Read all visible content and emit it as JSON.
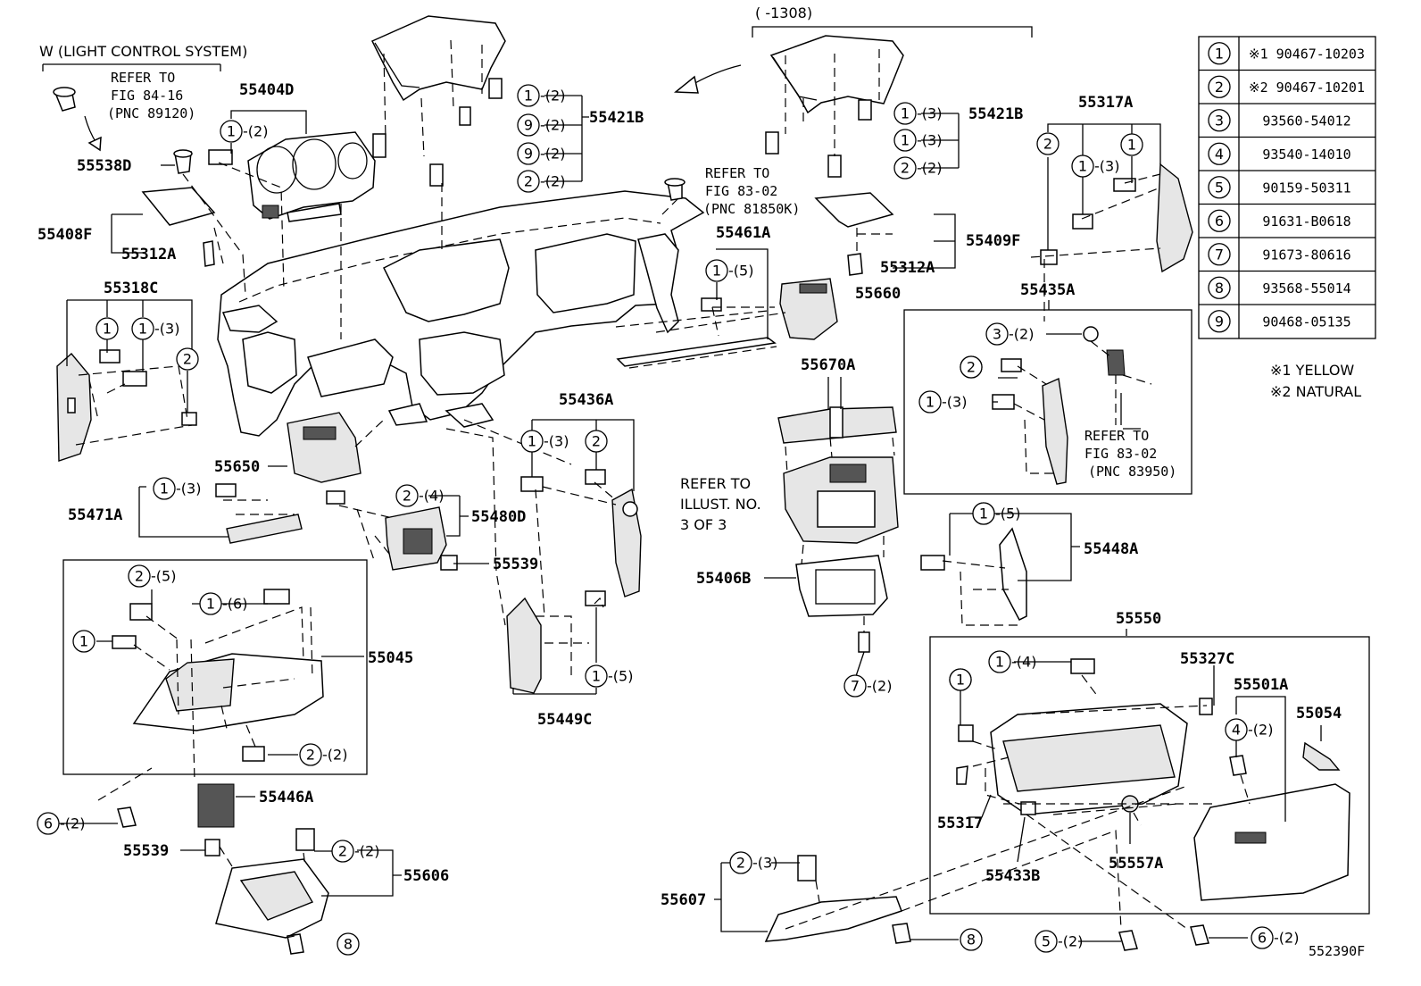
{
  "legend": {
    "rows": [
      {
        "n": "1",
        "part": "※1 90467-10203"
      },
      {
        "n": "2",
        "part": "※2 90467-10201"
      },
      {
        "n": "3",
        "part": "93560-54012"
      },
      {
        "n": "4",
        "part": "93540-14010"
      },
      {
        "n": "5",
        "part": "90159-50311"
      },
      {
        "n": "6",
        "part": "91631-B0618"
      },
      {
        "n": "7",
        "part": "91673-80616"
      },
      {
        "n": "8",
        "part": "93568-55014"
      },
      {
        "n": "9",
        "part": "90468-05135"
      }
    ],
    "note1": "※1 YELLOW",
    "note2": "※2 NATURAL"
  },
  "headers": {
    "light_control": "W (LIGHT CONTROL SYSTEM)",
    "date_range": "(      -1308)"
  },
  "refs": {
    "ref1_l1": "REFER TO",
    "ref1_l2": "FIG 84-16",
    "ref1_l3": "(PNC 89120)",
    "ref2_l1": "REFER TO",
    "ref2_l2": "FIG 83-02",
    "ref2_l3": "(PNC 81850K)",
    "ref3_l1": "REFER TO",
    "ref3_l2": "FIG 83-02",
    "ref3_l3": "(PNC 83950)",
    "illust_l1": "REFER TO",
    "illust_l2": "ILLUST. NO.",
    "illust_l3": "3 OF 3"
  },
  "parts": {
    "p55404D": "55404D",
    "p55421B_a": "55421B",
    "p55421B_b": "55421B",
    "p55317A": "55317A",
    "p55538D": "55538D",
    "p55408F": "55408F",
    "p55312A_a": "55312A",
    "p55312A_b": "55312A",
    "p55409F": "55409F",
    "p55461A": "55461A",
    "p55660": "55660",
    "p55435A": "55435A",
    "p55318C": "55318C",
    "p55670A": "55670A",
    "p55650": "55650",
    "p55436A": "55436A",
    "p55471A": "55471A",
    "p55480D": "55480D",
    "p55539_a": "55539",
    "p55539_b": "55539",
    "p55406B": "55406B",
    "p55448A": "55448A",
    "p55045": "55045",
    "p55449C": "55449C",
    "p55550": "55550",
    "p55327C": "55327C",
    "p55501A": "55501A",
    "p55054": "55054",
    "p55446A": "55446A",
    "p55317": "55317",
    "p55433B": "55433B",
    "p55557A": "55557A",
    "p55606": "55606",
    "p55607": "55607"
  },
  "callouts": [
    {
      "id": "c01",
      "n": "1",
      "q": "-(2)"
    },
    {
      "id": "c02",
      "n": "1",
      "q": "-(2)"
    },
    {
      "id": "c03",
      "n": "9",
      "q": "-(2)"
    },
    {
      "id": "c04",
      "n": "9",
      "q": "-(2)"
    },
    {
      "id": "c05",
      "n": "2",
      "q": "-(2)"
    },
    {
      "id": "c06",
      "n": "1",
      "q": "-(3)"
    },
    {
      "id": "c07",
      "n": "1",
      "q": "-(3)"
    },
    {
      "id": "c08",
      "n": "2",
      "q": "-(2)"
    },
    {
      "id": "c09",
      "n": "1",
      "q": "-(5)"
    },
    {
      "id": "c10",
      "n": "1",
      "q": "-(3)"
    },
    {
      "id": "c11",
      "n": "3",
      "q": "-(2)"
    },
    {
      "id": "c12",
      "n": "2",
      "q": ""
    },
    {
      "id": "c13",
      "n": "1",
      "q": "-(3)"
    },
    {
      "id": "c14",
      "n": "1",
      "q": "-(3)"
    },
    {
      "id": "c15",
      "n": "1",
      "q": "-(3)"
    },
    {
      "id": "c16",
      "n": "2",
      "q": "-(4)"
    },
    {
      "id": "c17",
      "n": "1",
      "q": "-(5)"
    },
    {
      "id": "c18",
      "n": "2",
      "q": "-(5)"
    },
    {
      "id": "c19",
      "n": "1",
      "q": "-(6)"
    },
    {
      "id": "c20",
      "n": "2",
      "q": "-(2)"
    },
    {
      "id": "c21",
      "n": "1",
      "q": "-(5)"
    },
    {
      "id": "c22",
      "n": "7",
      "q": "-(2)"
    },
    {
      "id": "c23",
      "n": "1",
      "q": "-(4)"
    },
    {
      "id": "c24",
      "n": "4",
      "q": "-(2)"
    },
    {
      "id": "c25",
      "n": "6",
      "q": "-(2)"
    },
    {
      "id": "c26",
      "n": "2",
      "q": "-(2)"
    },
    {
      "id": "c27",
      "n": "2",
      "q": "-(3)"
    },
    {
      "id": "c28",
      "n": "8",
      "q": ""
    },
    {
      "id": "c29",
      "n": "8",
      "q": ""
    },
    {
      "id": "c30",
      "n": "5",
      "q": "-(2)"
    },
    {
      "id": "c31",
      "n": "6",
      "q": "-(2)"
    },
    {
      "id": "c32",
      "n": "1",
      "q": "-(3)"
    },
    {
      "id": "c33",
      "n": "1",
      "q": ""
    },
    {
      "id": "c34",
      "n": "1",
      "q": ""
    },
    {
      "id": "c35",
      "n": "2",
      "q": ""
    },
    {
      "id": "c36",
      "n": "1",
      "q": ""
    },
    {
      "id": "c37",
      "n": "1",
      "q": ""
    },
    {
      "id": "c38",
      "n": "2",
      "q": ""
    },
    {
      "id": "c39",
      "n": "2",
      "q": ""
    },
    {
      "id": "c40",
      "n": "1",
      "q": ""
    },
    {
      "id": "c41",
      "n": "2",
      "q": ""
    },
    {
      "id": "c42",
      "n": "1",
      "q": ""
    }
  ],
  "figure_id": "552390F"
}
